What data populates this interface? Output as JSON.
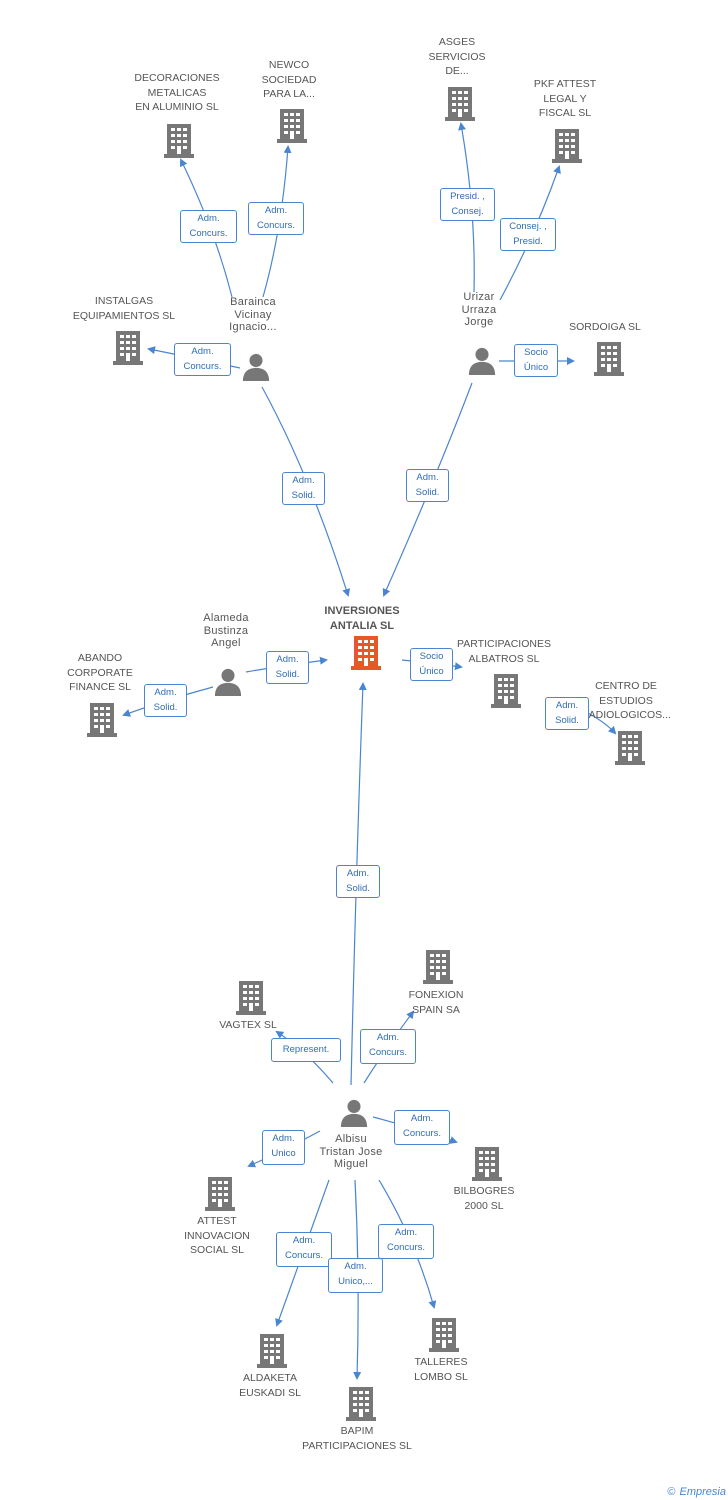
{
  "center": {
    "label": "INVERSIONES\nANTALIA SL"
  },
  "companies": [
    {
      "id": "decoraciones",
      "label": "DECORACIONES\nMETALICAS\nEN ALUMINIO SL"
    },
    {
      "id": "newco",
      "label": "NEWCO\nSOCIEDAD\nPARA LA..."
    },
    {
      "id": "asges",
      "label": "ASGES\nSERVICIOS\nDE..."
    },
    {
      "id": "pkf",
      "label": "PKF ATTEST\nLEGAL Y\nFISCAL  SL"
    },
    {
      "id": "instalgas",
      "label": "INSTALGAS\nEQUIPAMIENTOS SL"
    },
    {
      "id": "sordoiga",
      "label": "SORDOIGA SL"
    },
    {
      "id": "abando",
      "label": "ABANDO\nCORPORATE\nFINANCE SL"
    },
    {
      "id": "participaciones",
      "label": "PARTICIPACIONES\nALBATROS SL"
    },
    {
      "id": "centro",
      "label": "CENTRO DE\nESTUDIOS\nRADIOLOGICOS..."
    },
    {
      "id": "vagtex",
      "label": "VAGTEX SL"
    },
    {
      "id": "fonexion",
      "label": "FONEXION\nSPAIN SA"
    },
    {
      "id": "bilbogres",
      "label": "BILBOGRES\n2000 SL"
    },
    {
      "id": "attest",
      "label": "ATTEST\nINNOVACION\nSOCIAL SL"
    },
    {
      "id": "aldaketa",
      "label": "ALDAKETA\nEUSKADI SL"
    },
    {
      "id": "bapim",
      "label": "BAPIM\nPARTICIPACIONES SL"
    },
    {
      "id": "talleres",
      "label": "TALLERES\nLOMBO SL"
    }
  ],
  "persons": [
    {
      "id": "baraninca",
      "label": "Barainca\nVicinay\nIgnacio..."
    },
    {
      "id": "urizar",
      "label": "Urizar\nUrraza\nJorge"
    },
    {
      "id": "alameda",
      "label": "Alameda\nBustinza\nAngel"
    },
    {
      "id": "albisu",
      "label": "Albisu\nTristan Jose\nMiguel"
    }
  ],
  "edges": [
    {
      "id": "e1",
      "label": "Adm.\nConcurs."
    },
    {
      "id": "e2",
      "label": "Adm.\nConcurs."
    },
    {
      "id": "e3",
      "label": "Presid. ,\nConsej."
    },
    {
      "id": "e4",
      "label": "Consej. ,\nPresid."
    },
    {
      "id": "e5",
      "label": "Adm.\nConcurs."
    },
    {
      "id": "e6",
      "label": "Socio\nÚnico"
    },
    {
      "id": "e7",
      "label": "Adm.\nSolid."
    },
    {
      "id": "e8",
      "label": "Adm.\nSolid."
    },
    {
      "id": "e9",
      "label": "Adm.\nSolid."
    },
    {
      "id": "e10",
      "label": "Adm.\nSolid."
    },
    {
      "id": "e11",
      "label": "Socio\nÚnico"
    },
    {
      "id": "e12",
      "label": "Adm.\nSolid."
    },
    {
      "id": "e13",
      "label": "Adm.\nSolid."
    },
    {
      "id": "e14",
      "label": "Represent."
    },
    {
      "id": "e15",
      "label": "Adm.\nConcurs."
    },
    {
      "id": "e16",
      "label": "Adm.\nConcurs."
    },
    {
      "id": "e17",
      "label": "Adm.\nUnico"
    },
    {
      "id": "e18",
      "label": "Adm.\nConcurs."
    },
    {
      "id": "e19",
      "label": "Adm.\nUnico,..."
    },
    {
      "id": "e20",
      "label": "Adm.\nConcurs."
    }
  ],
  "colors": {
    "edge": "#4a86cf",
    "node": "#777777",
    "center_node": "#e8572a",
    "badge_text": "#2f6db5"
  },
  "footer": {
    "copyright": "©",
    "brand": "Empresia"
  }
}
